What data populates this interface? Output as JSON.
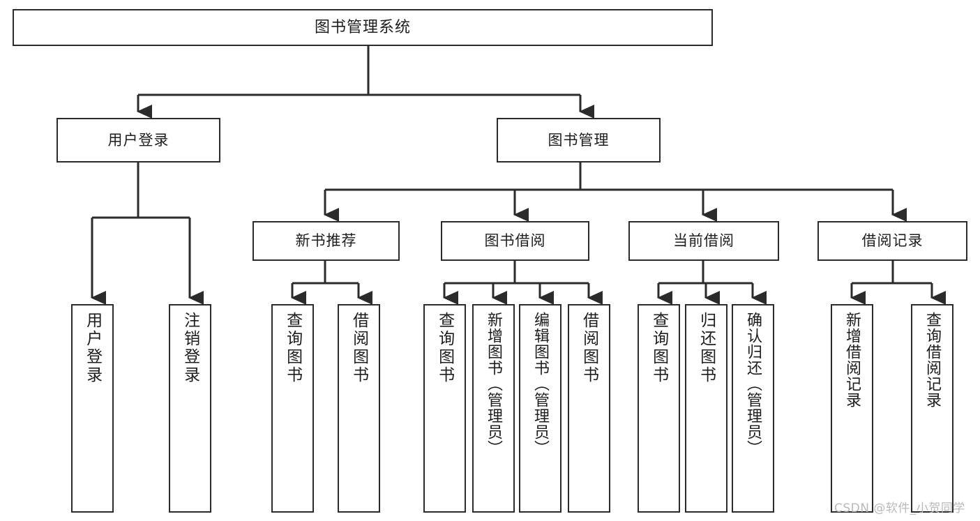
{
  "diagram": {
    "title": "图书管理系统",
    "type": "tree-hierarchy-diagram",
    "root": {
      "id": "root",
      "label": "图书管理系统"
    },
    "level2": [
      {
        "id": "user-login",
        "label": "用户登录"
      },
      {
        "id": "book-manage",
        "label": "图书管理"
      }
    ],
    "level3": [
      {
        "id": "new-book-rec",
        "label": "新书推荐"
      },
      {
        "id": "book-borrow",
        "label": "图书借阅"
      },
      {
        "id": "current-borrow",
        "label": "当前借阅"
      },
      {
        "id": "borrow-record",
        "label": "借阅记录"
      }
    ],
    "leaves": [
      {
        "id": "leaf-user-login",
        "label": "用户登录",
        "parent": "user-login"
      },
      {
        "id": "leaf-user-logout",
        "label": "注销登录",
        "parent": "user-login"
      },
      {
        "id": "leaf-query-book-1",
        "label": "查询图书",
        "parent": "new-book-rec"
      },
      {
        "id": "leaf-borrow-book-1",
        "label": "借阅图书",
        "parent": "new-book-rec"
      },
      {
        "id": "leaf-query-book-2",
        "label": "查询图书",
        "parent": "book-borrow"
      },
      {
        "id": "leaf-add-book",
        "label": "新增图书（管理员）",
        "parent": "book-borrow"
      },
      {
        "id": "leaf-edit-book",
        "label": "编辑图书（管理员）",
        "parent": "book-borrow"
      },
      {
        "id": "leaf-borrow-book-2",
        "label": "借阅图书",
        "parent": "book-borrow"
      },
      {
        "id": "leaf-query-book-3",
        "label": "查询图书",
        "parent": "current-borrow"
      },
      {
        "id": "leaf-return-book",
        "label": "归还图书",
        "parent": "current-borrow"
      },
      {
        "id": "leaf-confirm-return",
        "label": "确认归还（管理员）",
        "parent": "current-borrow"
      },
      {
        "id": "leaf-add-record",
        "label": "新增借阅记录",
        "parent": "borrow-record"
      },
      {
        "id": "leaf-query-record",
        "label": "查询借阅记录",
        "parent": "borrow-record"
      }
    ]
  },
  "watermark": {
    "text": "CSDN @软件_小贺同学"
  },
  "colors": {
    "border": "#2b2b2b",
    "background": "#ffffff",
    "text": "#1d1d1d",
    "watermark": "#b9b9b9"
  }
}
